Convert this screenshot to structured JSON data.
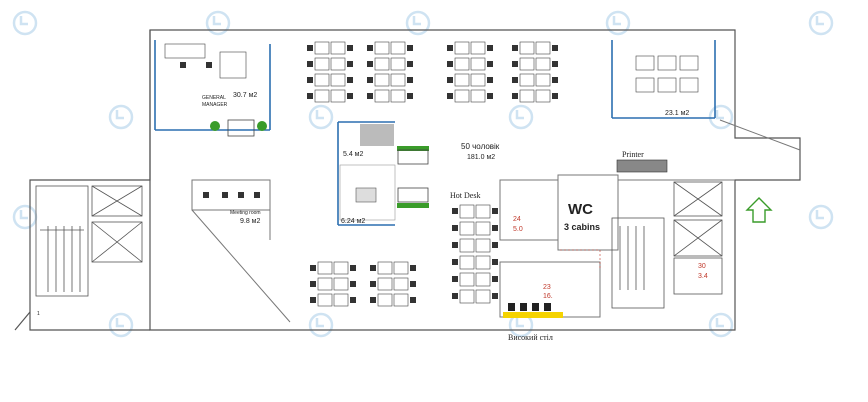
{
  "plan": {
    "areas": {
      "general_manager_area": "30.7 м2",
      "meeting_left": "9.8 м2",
      "meeting_room_top": "5.4 м2",
      "meeting_room_bottom": "6.24 м2",
      "corner_room": "23.1 м2",
      "open_space_people": "50 чоловік",
      "open_space_area": "181.0 м2"
    },
    "general_manager_label_1": "GENERAL",
    "general_manager_label_2": "MANAGER",
    "meeting_left_title": "Meeting room",
    "hot_desk_label": "Hot Desk",
    "printer_label": "Printer",
    "wc_title": "WC",
    "wc_cabins": "3 cabins",
    "room_tags": [
      {
        "num": "24",
        "area": "5.0"
      },
      {
        "num": "23",
        "area": "16."
      },
      {
        "num": "30",
        "area": "3.4"
      }
    ],
    "high_table_label": "Високий стіл",
    "small_number": "1"
  },
  "colors": {
    "wall": "#555555",
    "window_blue": "#2c6fb0",
    "plant_green": "#3a9c2a",
    "high_table_yellow": "#f5d300",
    "entrance_arrow": "#3a9c2a",
    "area_tag_red": "#c0392b",
    "watermark": "#cfe3f2"
  },
  "icons": [
    "watermark-logo-icon",
    "entrance-arrow-icon",
    "plant-icon",
    "sofa-icon",
    "printer-icon"
  ]
}
